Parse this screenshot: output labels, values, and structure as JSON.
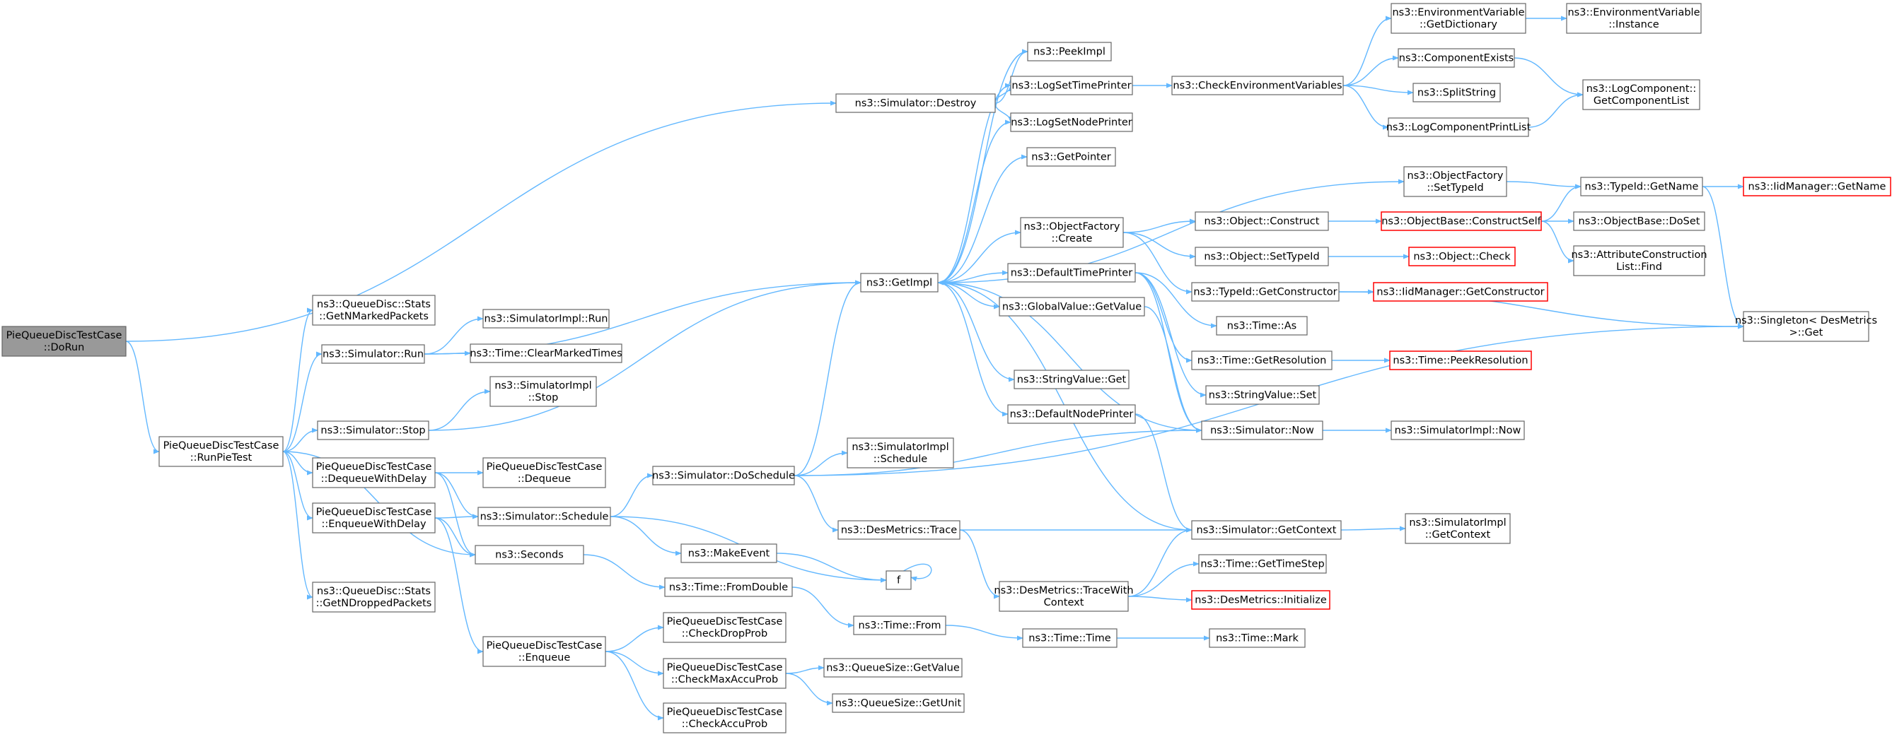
{
  "colors": {
    "edge": "#63b8ff",
    "node_border": "#666666",
    "truncated_border": "#ff0000",
    "root_fill": "#999999"
  },
  "nodes": [
    {
      "id": "dorun",
      "lines": [
        "PieQueueDiscTestCase",
        "::DoRun"
      ],
      "root": true
    },
    {
      "id": "runpie",
      "lines": [
        "PieQueueDiscTestCase",
        "::RunPieTest"
      ]
    },
    {
      "id": "destroy",
      "lines": [
        "ns3::Simulator::Destroy"
      ]
    },
    {
      "id": "getnmarked",
      "lines": [
        "ns3::QueueDisc::Stats",
        "::GetNMarkedPackets"
      ]
    },
    {
      "id": "simrun",
      "lines": [
        "ns3::Simulator::Run"
      ]
    },
    {
      "id": "simstop",
      "lines": [
        "ns3::Simulator::Stop"
      ]
    },
    {
      "id": "dequeuedelay",
      "lines": [
        "PieQueueDiscTestCase",
        "::DequeueWithDelay"
      ]
    },
    {
      "id": "enqueuedelay",
      "lines": [
        "PieQueueDiscTestCase",
        "::EnqueueWithDelay"
      ]
    },
    {
      "id": "seconds",
      "lines": [
        "ns3::Seconds"
      ]
    },
    {
      "id": "getndropped",
      "lines": [
        "ns3::QueueDisc::Stats",
        "::GetNDroppedPackets"
      ]
    },
    {
      "id": "enqueue",
      "lines": [
        "PieQueueDiscTestCase",
        "::Enqueue"
      ]
    },
    {
      "id": "simimplrun",
      "lines": [
        "ns3::SimulatorImpl::Run"
      ]
    },
    {
      "id": "clearmarked",
      "lines": [
        "ns3::Time::ClearMarkedTimes"
      ]
    },
    {
      "id": "simimplstop",
      "lines": [
        "ns3::SimulatorImpl",
        "::Stop"
      ]
    },
    {
      "id": "dequeue",
      "lines": [
        "PieQueueDiscTestCase",
        "::Dequeue"
      ]
    },
    {
      "id": "schedule",
      "lines": [
        "ns3::Simulator::Schedule"
      ]
    },
    {
      "id": "doschedule",
      "lines": [
        "ns3::Simulator::DoSchedule"
      ]
    },
    {
      "id": "makeevent",
      "lines": [
        "ns3::MakeEvent"
      ]
    },
    {
      "id": "fromdouble",
      "lines": [
        "ns3::Time::FromDouble"
      ]
    },
    {
      "id": "checkdrop",
      "lines": [
        "PieQueueDiscTestCase",
        "::CheckDropProb"
      ]
    },
    {
      "id": "checkmaxaccu",
      "lines": [
        "PieQueueDiscTestCase",
        "::CheckMaxAccuProb"
      ]
    },
    {
      "id": "checkaccu",
      "lines": [
        "PieQueueDiscTestCase",
        "::CheckAccuProb"
      ]
    },
    {
      "id": "getimpl",
      "lines": [
        "ns3::GetImpl"
      ]
    },
    {
      "id": "simimplschedule",
      "lines": [
        "ns3::SimulatorImpl",
        "::Schedule"
      ]
    },
    {
      "id": "destrace",
      "lines": [
        "ns3::DesMetrics::Trace"
      ]
    },
    {
      "id": "f",
      "lines": [
        "f"
      ]
    },
    {
      "id": "timefrom",
      "lines": [
        "ns3::Time::From"
      ]
    },
    {
      "id": "qsgetvalue",
      "lines": [
        "ns3::QueueSize::GetValue"
      ]
    },
    {
      "id": "qsgetunit",
      "lines": [
        "ns3::QueueSize::GetUnit"
      ]
    },
    {
      "id": "peekimpl",
      "lines": [
        "ns3::PeekImpl"
      ]
    },
    {
      "id": "logsettime",
      "lines": [
        "ns3::LogSetTimePrinter"
      ]
    },
    {
      "id": "logsetnode",
      "lines": [
        "ns3::LogSetNodePrinter"
      ]
    },
    {
      "id": "getpointer",
      "lines": [
        "ns3::GetPointer"
      ]
    },
    {
      "id": "ofcreate",
      "lines": [
        "ns3::ObjectFactory",
        "::Create"
      ]
    },
    {
      "id": "deftimeprinter",
      "lines": [
        "ns3::DefaultTimePrinter"
      ]
    },
    {
      "id": "gvgetvalue",
      "lines": [
        "ns3::GlobalValue::GetValue"
      ]
    },
    {
      "id": "svget",
      "lines": [
        "ns3::StringValue::Get"
      ]
    },
    {
      "id": "defnodeprinter",
      "lines": [
        "ns3::DefaultNodePrinter"
      ]
    },
    {
      "id": "destracectx",
      "lines": [
        "ns3::DesMetrics::TraceWith",
        "Context"
      ]
    },
    {
      "id": "timetime",
      "lines": [
        "ns3::Time::Time"
      ]
    },
    {
      "id": "checkenv",
      "lines": [
        "ns3::CheckEnvironmentVariables"
      ]
    },
    {
      "id": "ofsettypeid",
      "lines": [
        "ns3::ObjectFactory",
        "::SetTypeId"
      ]
    },
    {
      "id": "objconstruct",
      "lines": [
        "ns3::Object::Construct"
      ]
    },
    {
      "id": "objsettypeid",
      "lines": [
        "ns3::Object::SetTypeId"
      ]
    },
    {
      "id": "getconstructor",
      "lines": [
        "ns3::TypeId::GetConstructor"
      ]
    },
    {
      "id": "timeas",
      "lines": [
        "ns3::Time::As"
      ]
    },
    {
      "id": "getresolution",
      "lines": [
        "ns3::Time::GetResolution"
      ]
    },
    {
      "id": "svset",
      "lines": [
        "ns3::StringValue::Set"
      ]
    },
    {
      "id": "simnow",
      "lines": [
        "ns3::Simulator::Now"
      ]
    },
    {
      "id": "getcontext",
      "lines": [
        "ns3::Simulator::GetContext"
      ]
    },
    {
      "id": "gettimestep",
      "lines": [
        "ns3::Time::GetTimeStep"
      ]
    },
    {
      "id": "desinit",
      "lines": [
        "ns3::DesMetrics::Initialize"
      ],
      "truncated": true
    },
    {
      "id": "timemark",
      "lines": [
        "ns3::Time::Mark"
      ]
    },
    {
      "id": "envgetdict",
      "lines": [
        "ns3::EnvironmentVariable",
        "::GetDictionary"
      ]
    },
    {
      "id": "compexists",
      "lines": [
        "ns3::ComponentExists"
      ]
    },
    {
      "id": "splitstring",
      "lines": [
        "ns3::SplitString"
      ]
    },
    {
      "id": "logcompprint",
      "lines": [
        "ns3::LogComponentPrintList"
      ]
    },
    {
      "id": "constructself",
      "lines": [
        "ns3::ObjectBase::ConstructSelf"
      ],
      "truncated": true
    },
    {
      "id": "objcheck",
      "lines": [
        "ns3::Object::Check"
      ],
      "truncated": true
    },
    {
      "id": "iidgetctor",
      "lines": [
        "ns3::IidManager::GetConstructor"
      ],
      "truncated": true
    },
    {
      "id": "peekres",
      "lines": [
        "ns3::Time::PeekResolution"
      ],
      "truncated": true
    },
    {
      "id": "simimplnow",
      "lines": [
        "ns3::SimulatorImpl::Now"
      ]
    },
    {
      "id": "simimplctx",
      "lines": [
        "ns3::SimulatorImpl",
        "::GetContext"
      ]
    },
    {
      "id": "envinstance",
      "lines": [
        "ns3::EnvironmentVariable",
        "::Instance"
      ]
    },
    {
      "id": "getcomplist",
      "lines": [
        "ns3::LogComponent::",
        "GetComponentList"
      ]
    },
    {
      "id": "typeidgetname",
      "lines": [
        "ns3::TypeId::GetName"
      ]
    },
    {
      "id": "obdoset",
      "lines": [
        "ns3::ObjectBase::DoSet"
      ]
    },
    {
      "id": "attrfind",
      "lines": [
        "ns3::AttributeConstruction",
        "List::Find"
      ]
    },
    {
      "id": "iidgetname",
      "lines": [
        "ns3::IidManager::GetName"
      ],
      "truncated": true
    },
    {
      "id": "singleton",
      "lines": [
        "ns3::Singleton< DesMetrics",
        " >::Get"
      ]
    }
  ],
  "edges": [
    [
      "dorun",
      "destroy"
    ],
    [
      "dorun",
      "runpie"
    ],
    [
      "runpie",
      "getnmarked"
    ],
    [
      "runpie",
      "simrun"
    ],
    [
      "runpie",
      "simstop"
    ],
    [
      "runpie",
      "dequeuedelay"
    ],
    [
      "runpie",
      "enqueuedelay"
    ],
    [
      "runpie",
      "seconds"
    ],
    [
      "runpie",
      "getndropped"
    ],
    [
      "destroy",
      "peekimpl"
    ],
    [
      "destroy",
      "logsettime"
    ],
    [
      "destroy",
      "logsetnode"
    ],
    [
      "simrun",
      "getimpl"
    ],
    [
      "simrun",
      "simimplrun"
    ],
    [
      "simrun",
      "clearmarked"
    ],
    [
      "simstop",
      "simimplstop"
    ],
    [
      "simstop",
      "getimpl"
    ],
    [
      "dequeuedelay",
      "dequeue"
    ],
    [
      "dequeuedelay",
      "schedule"
    ],
    [
      "dequeuedelay",
      "seconds"
    ],
    [
      "enqueuedelay",
      "schedule"
    ],
    [
      "enqueuedelay",
      "seconds"
    ],
    [
      "enqueuedelay",
      "enqueue"
    ],
    [
      "seconds",
      "fromdouble"
    ],
    [
      "enqueue",
      "checkdrop"
    ],
    [
      "enqueue",
      "checkmaxaccu"
    ],
    [
      "enqueue",
      "checkaccu"
    ],
    [
      "schedule",
      "doschedule"
    ],
    [
      "schedule",
      "makeevent"
    ],
    [
      "schedule",
      "f"
    ],
    [
      "doschedule",
      "getimpl"
    ],
    [
      "doschedule",
      "simimplschedule"
    ],
    [
      "doschedule",
      "destrace"
    ],
    [
      "doschedule",
      "simnow"
    ],
    [
      "doschedule",
      "singleton"
    ],
    [
      "makeevent",
      "f"
    ],
    [
      "f",
      "f"
    ],
    [
      "fromdouble",
      "timefrom"
    ],
    [
      "timefrom",
      "timetime"
    ],
    [
      "timetime",
      "timemark"
    ],
    [
      "checkmaxaccu",
      "qsgetvalue"
    ],
    [
      "checkmaxaccu",
      "qsgetunit"
    ],
    [
      "destrace",
      "getcontext"
    ],
    [
      "destrace",
      "destracectx"
    ],
    [
      "getimpl",
      "peekimpl"
    ],
    [
      "getimpl",
      "logsettime"
    ],
    [
      "getimpl",
      "logsetnode"
    ],
    [
      "getimpl",
      "getpointer"
    ],
    [
      "getimpl",
      "ofsettypeid"
    ],
    [
      "getimpl",
      "ofcreate"
    ],
    [
      "getimpl",
      "deftimeprinter"
    ],
    [
      "getimpl",
      "gvgetvalue"
    ],
    [
      "getimpl",
      "svget"
    ],
    [
      "getimpl",
      "defnodeprinter"
    ],
    [
      "logsettime",
      "checkenv"
    ],
    [
      "checkenv",
      "envgetdict"
    ],
    [
      "checkenv",
      "compexists"
    ],
    [
      "checkenv",
      "splitstring"
    ],
    [
      "checkenv",
      "logcompprint"
    ],
    [
      "envgetdict",
      "envinstance"
    ],
    [
      "compexists",
      "getcomplist"
    ],
    [
      "logcompprint",
      "getcomplist"
    ],
    [
      "ofsettypeid",
      "typeidgetname"
    ],
    [
      "ofcreate",
      "objconstruct"
    ],
    [
      "ofcreate",
      "objsettypeid"
    ],
    [
      "ofcreate",
      "getconstructor"
    ],
    [
      "objconstruct",
      "constructself"
    ],
    [
      "objsettypeid",
      "objcheck"
    ],
    [
      "getconstructor",
      "iidgetctor"
    ],
    [
      "getconstructor",
      "singleton"
    ],
    [
      "constructself",
      "typeidgetname"
    ],
    [
      "constructself",
      "obdoset"
    ],
    [
      "constructself",
      "attrfind"
    ],
    [
      "typeidgetname",
      "iidgetname"
    ],
    [
      "typeidgetname",
      "singleton"
    ],
    [
      "deftimeprinter",
      "timeas"
    ],
    [
      "deftimeprinter",
      "getresolution"
    ],
    [
      "deftimeprinter",
      "svset"
    ],
    [
      "deftimeprinter",
      "simnow"
    ],
    [
      "getresolution",
      "peekres"
    ],
    [
      "gvgetvalue",
      "simnow"
    ],
    [
      "simnow",
      "getimpl"
    ],
    [
      "simnow",
      "simimplnow"
    ],
    [
      "defnodeprinter",
      "getcontext"
    ],
    [
      "getcontext",
      "getimpl"
    ],
    [
      "getcontext",
      "simimplctx"
    ],
    [
      "destracectx",
      "getcontext"
    ],
    [
      "destracectx",
      "gettimestep"
    ],
    [
      "destracectx",
      "desinit"
    ]
  ]
}
